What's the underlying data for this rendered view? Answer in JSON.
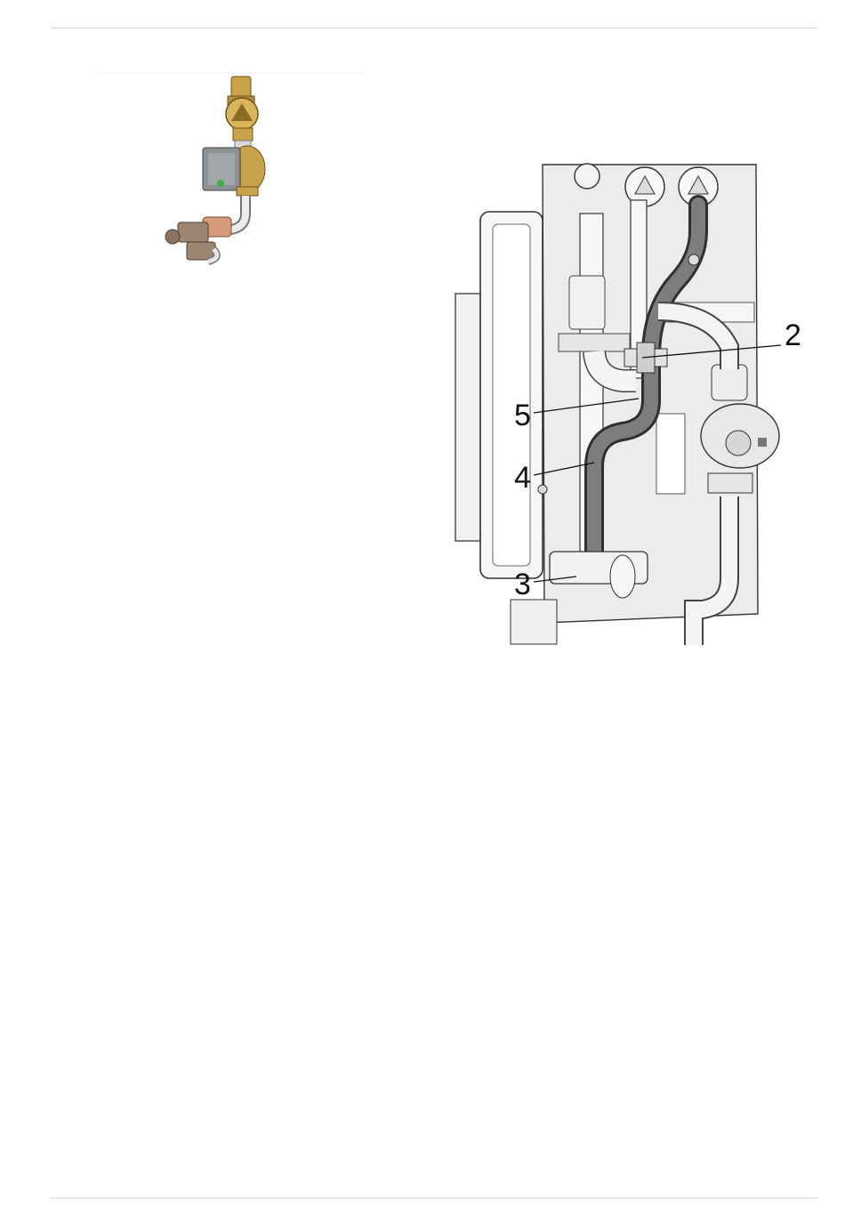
{
  "figure_station": {
    "callouts": {
      "c2": "2",
      "c3": "3",
      "c4": "4",
      "c5": "5"
    }
  }
}
